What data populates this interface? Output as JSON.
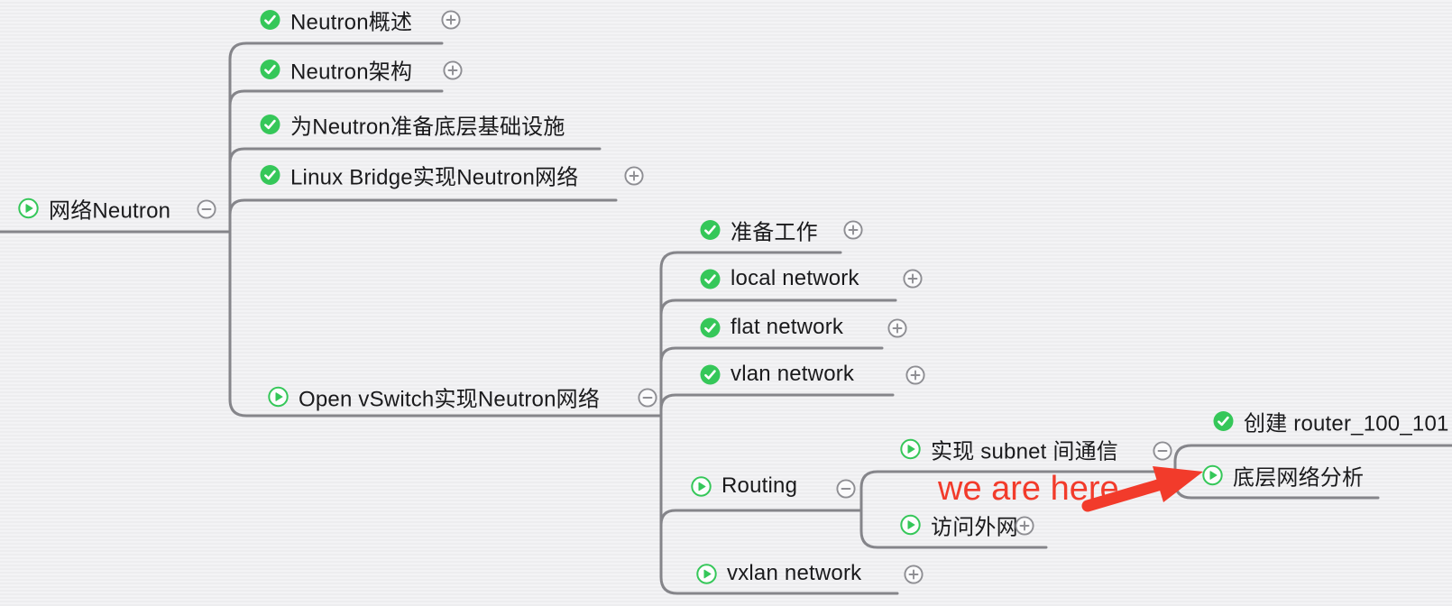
{
  "colors": {
    "background": "#f0f0f2",
    "line": "#85858a",
    "text": "#1a1a1c",
    "done_green": "#35c759",
    "toggle_gray": "#8e8e93",
    "annotation_red": "#f23b2b"
  },
  "controls": {
    "expand_glyph": "+",
    "collapse_glyph": "−"
  },
  "annotation": {
    "text": "we are here",
    "arrow_icon": "red-arrow-icon",
    "points_to": "底层网络分析"
  },
  "mindmap": {
    "root": {
      "id": "network-neutron",
      "label": "网络Neutron",
      "status_icon": "play-icon",
      "toggle": "minus",
      "children": [
        {
          "id": "neutron-overview",
          "label": "Neutron概述",
          "status_icon": "check-icon",
          "toggle": "plus",
          "children": []
        },
        {
          "id": "neutron-architecture",
          "label": "Neutron架构",
          "status_icon": "check-icon",
          "toggle": "plus",
          "children": []
        },
        {
          "id": "neutron-infra-prep",
          "label": "为Neutron准备底层基础设施",
          "status_icon": "check-icon",
          "toggle": null,
          "children": []
        },
        {
          "id": "linux-bridge-neutron",
          "label": "Linux Bridge实现Neutron网络",
          "status_icon": "check-icon",
          "toggle": "plus",
          "children": []
        },
        {
          "id": "open-vswitch-neutron",
          "label": "Open vSwitch实现Neutron网络",
          "status_icon": "play-icon",
          "toggle": "minus",
          "children": [
            {
              "id": "prep-work",
              "label": "准备工作",
              "status_icon": "check-icon",
              "toggle": "plus",
              "children": []
            },
            {
              "id": "local-network",
              "label": "local network",
              "status_icon": "check-icon",
              "toggle": "plus",
              "children": []
            },
            {
              "id": "flat-network",
              "label": "flat network",
              "status_icon": "check-icon",
              "toggle": "plus",
              "children": []
            },
            {
              "id": "vlan-network",
              "label": "vlan network",
              "status_icon": "check-icon",
              "toggle": "plus",
              "children": []
            },
            {
              "id": "routing",
              "label": "Routing",
              "status_icon": "play-icon",
              "toggle": "minus",
              "children": [
                {
                  "id": "subnet-communication",
                  "label": "实现 subnet 间通信",
                  "status_icon": "play-icon",
                  "toggle": "minus",
                  "children": [
                    {
                      "id": "create-router-100-101",
                      "label": "创建 router_100_101",
                      "status_icon": "check-icon",
                      "toggle": null,
                      "children": []
                    },
                    {
                      "id": "underlying-network-analysis",
                      "label": "底层网络分析",
                      "status_icon": "play-icon",
                      "toggle": null,
                      "children": []
                    }
                  ]
                },
                {
                  "id": "external-network-access",
                  "label": "访问外网",
                  "status_icon": "play-icon",
                  "toggle": "plus",
                  "children": []
                }
              ]
            },
            {
              "id": "vxlan-network",
              "label": "vxlan network",
              "status_icon": "play-icon",
              "toggle": "plus",
              "children": []
            }
          ]
        }
      ]
    }
  }
}
